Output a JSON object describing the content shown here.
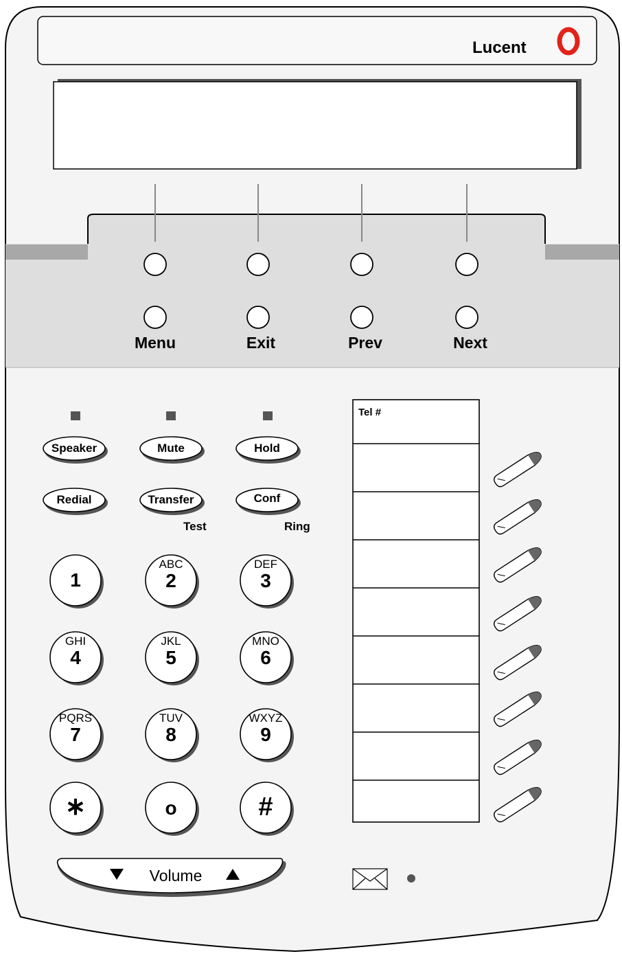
{
  "brand": {
    "name": "Lucent"
  },
  "softkeys": [
    {
      "label": "Menu"
    },
    {
      "label": "Exit"
    },
    {
      "label": "Prev"
    },
    {
      "label": "Next"
    }
  ],
  "feature_buttons": {
    "speaker": "Speaker",
    "mute": "Mute",
    "hold": "Hold",
    "redial": "Redial",
    "transfer": "Transfer",
    "conf": "Conf",
    "test": "Test",
    "ring": "Ring"
  },
  "keypad": [
    {
      "digit": "1",
      "letters": ""
    },
    {
      "digit": "2",
      "letters": "ABC"
    },
    {
      "digit": "3",
      "letters": "DEF"
    },
    {
      "digit": "4",
      "letters": "GHI"
    },
    {
      "digit": "5",
      "letters": "JKL"
    },
    {
      "digit": "6",
      "letters": "MNO"
    },
    {
      "digit": "7",
      "letters": "PQRS"
    },
    {
      "digit": "8",
      "letters": "TUV"
    },
    {
      "digit": "9",
      "letters": "WXYZ"
    },
    {
      "digit": "∗",
      "letters": ""
    },
    {
      "digit": "o",
      "letters": ""
    },
    {
      "digit": "#",
      "letters": ""
    }
  ],
  "label_card": {
    "header": "Tel #"
  },
  "volume": {
    "label": "Volume"
  },
  "colors": {
    "panel": "#f4f4f4",
    "band": "#dedede",
    "tab": "#a8a8a8",
    "bezel": "#555555"
  }
}
